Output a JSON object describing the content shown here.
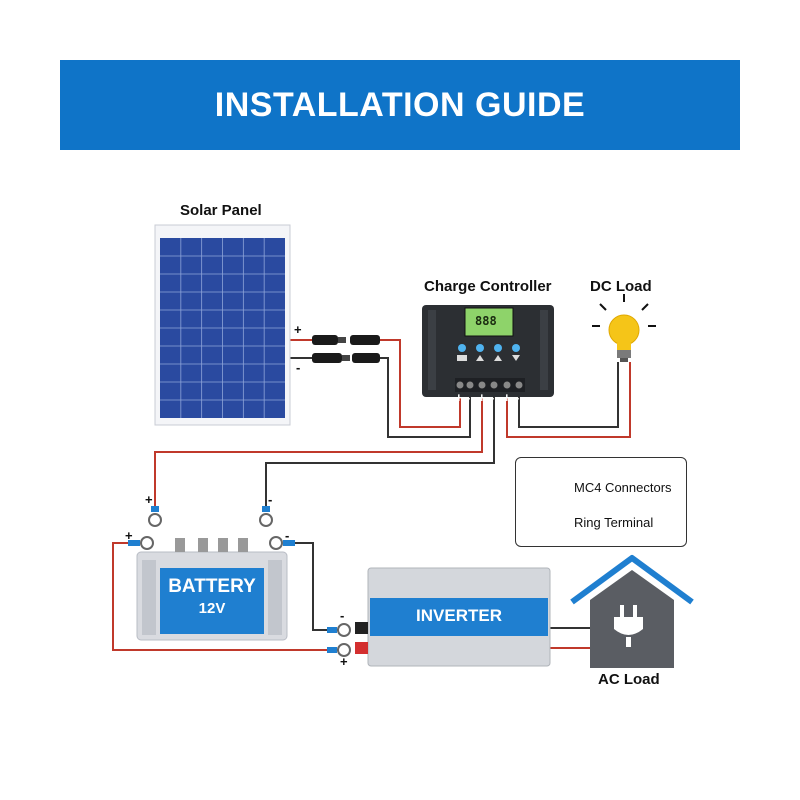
{
  "header": {
    "title": "INSTALLATION GUIDE"
  },
  "components": {
    "solar_panel": "Solar Panel",
    "charge_controller": "Charge Controller",
    "dc_load": "DC Load",
    "battery": "BATTERY",
    "battery_voltage": "12V",
    "inverter": "INVERTER",
    "ac_load": "AC Load"
  },
  "controller_display": "888",
  "polarity": {
    "plus": "+",
    "minus": "-"
  },
  "legend": {
    "mc4": "MC4 Connectors",
    "ring": "Ring Terminal"
  },
  "colors": {
    "banner": "#0f74c8",
    "positive_wire": "#c0392b",
    "negative_wire": "#333333",
    "panel_cell": "#2a4aa0",
    "battery_label": "#1f7fd0",
    "house_roof": "#1f7fd0",
    "bulb": "#f5c518"
  }
}
